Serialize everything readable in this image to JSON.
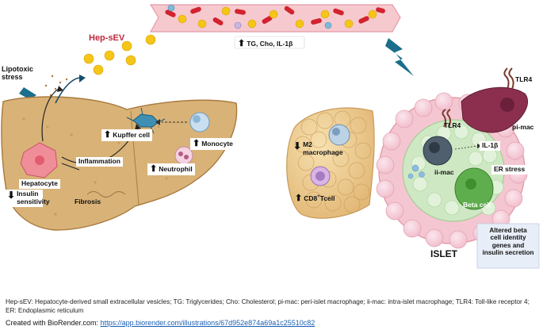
{
  "labels": {
    "hep_sev": "Hep-sEV",
    "lipotoxic_1": "Lipotoxic",
    "lipotoxic_2": "stress",
    "blood": "TG, Cho, IL-1β",
    "kupffer": "Kupffer cell",
    "monocyte": "Monocyte",
    "inflammation": "Inflammation",
    "neutrophil": "Neutrophil",
    "hepatocyte": "Hepatocyte",
    "insulin_1": "Insulin",
    "insulin_2": "sensitivity",
    "fibrosis": "Fibrosis",
    "m2_1": "M2",
    "m2_2": "macrophage",
    "cd8": "CD8",
    "cd8_sup": "+",
    "cd8_suffix": "Tcell",
    "tlr4_top": "TLR4",
    "pi_mac": "pi-mac",
    "tlr4_mid": "TLR4",
    "il1b": "IL-1β",
    "ii_mac": "ii-mac",
    "er_stress": "ER stress",
    "beta_cell": "Beta cell",
    "altered_1": "Altered beta",
    "altered_2": "cell identity",
    "altered_3": "genes and",
    "altered_4": "insulin secretion",
    "islet": "ISLET"
  },
  "caption": "Hep-sEV: Hepatocyte-derived small extracellular vesicles; TG: Triglycerides; Cho: Cholesterol; pi-mac: peri-islet macrophage; ii-mac: intra-islet macrophage; TLR4: Toll-like receptor 4; ER: Endoplasmic reticulum",
  "credit": {
    "prefix": "Created with BioRender.com: ",
    "link": "https://app.biorender.com/illustrations/67d952e874a69a1c25510c82"
  },
  "colors": {
    "liver": "#d9b277",
    "liver_outline": "#a8793d",
    "vessel": "#f6c9cf",
    "rbc": "#d2232e",
    "vesicle": "#f5c518",
    "islet_outer": "#f4b8c5",
    "islet_inner": "#cfe8c4",
    "beta_cell": "#5fae4d",
    "pi_mac": "#8c2f4e",
    "lightning": "#1c6e8c",
    "hep_sev_text": "#c0283b"
  }
}
